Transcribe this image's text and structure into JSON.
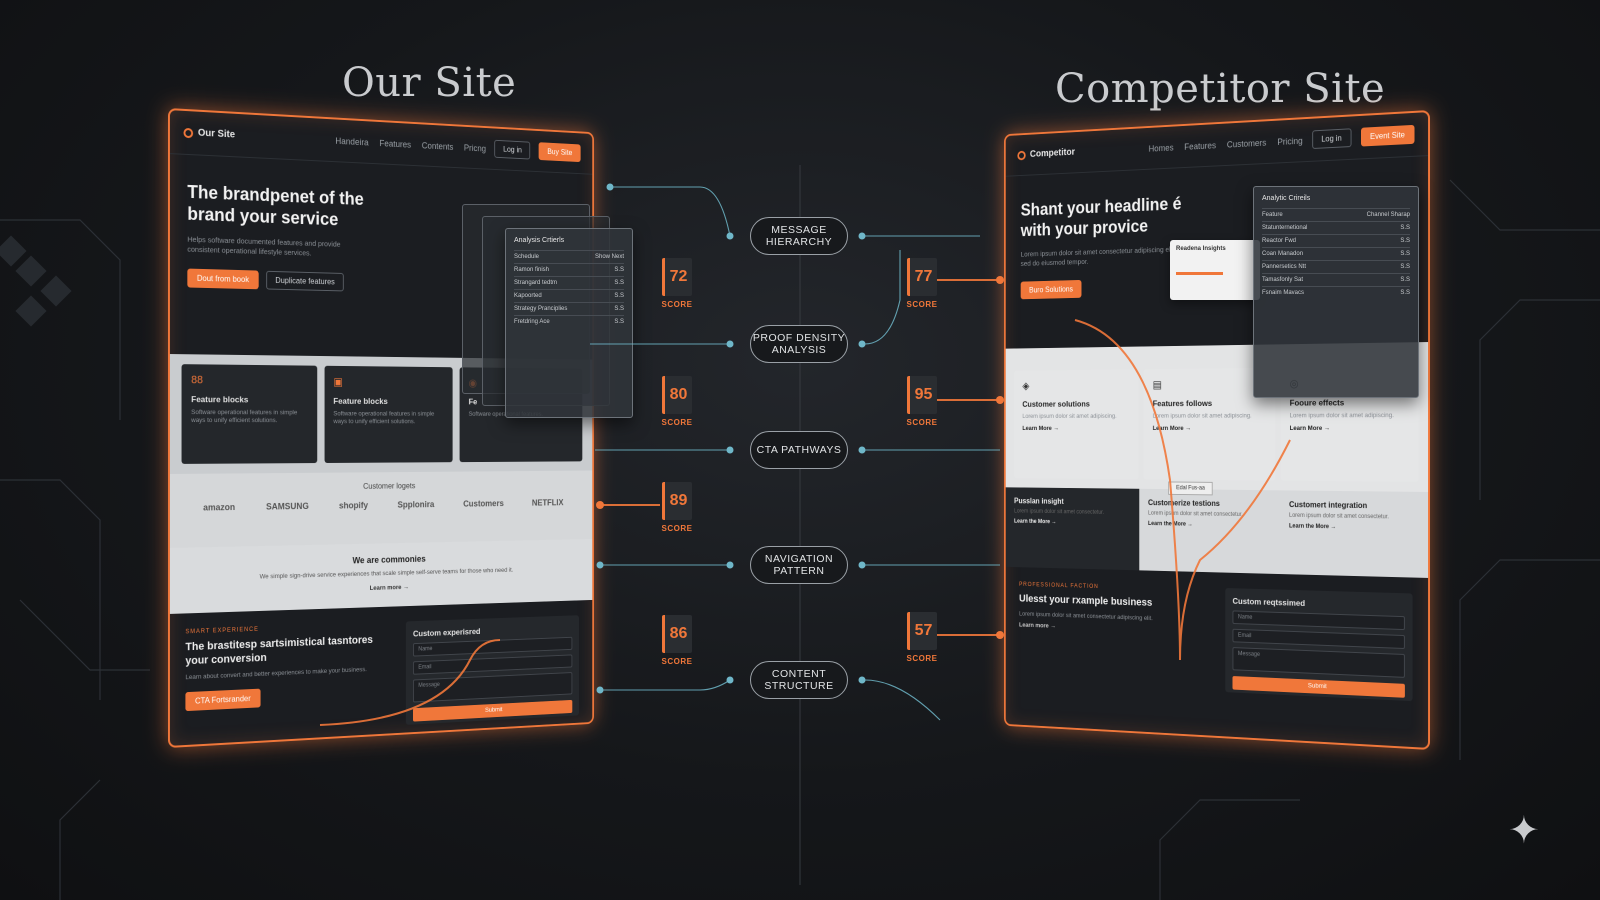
{
  "titles": {
    "left": "Our Site",
    "right": "Competitor Site"
  },
  "left_site": {
    "logo": "Our Site",
    "nav": [
      "Handeira",
      "Features",
      "Contents",
      "Pricng"
    ],
    "login": "Log in",
    "signup": "Buy Site",
    "hero_headline": "The brandpenet of the brand your service",
    "hero_sub": "Helps software documented features and provide consistent operational lifestyle services.",
    "cta_primary": "Dout from book",
    "cta_secondary": "Duplicate features",
    "features": [
      {
        "icon": "88",
        "title": "Feature blocks",
        "desc": "Software operational features in simple ways to unify efficient solutions."
      },
      {
        "icon": "▣",
        "title": "Feature blocks",
        "desc": "Software operational features in simple ways to unify efficient solutions."
      },
      {
        "icon": "◉",
        "title": "Fe",
        "desc": "Software operational features."
      }
    ],
    "logos_title": "Customer logets",
    "logos": [
      "amazon",
      "SAMSUNG",
      "shopify",
      "Spplonira",
      "Customers",
      "NETFLIX"
    ],
    "about_title": "We are commonies",
    "about_desc": "We simple sign-drive service experiences that scale simple self-serve teams for those who need it.",
    "about_link": "Learn more →",
    "kicker": "SMART EXPERIENCE",
    "bottom_headline": "The brastitesp sartsimistical tasntores your conversion",
    "bottom_desc": "Learn about convert and better experiences to make your business.",
    "bottom_cta": "CTA Fortsrander",
    "form_title": "Custom experisred",
    "form_fields": [
      "Name",
      "Email",
      "Message"
    ],
    "form_submit": "Submit",
    "overlay": {
      "title": "Analysis Crtierls",
      "rows": [
        [
          "Schedule",
          "Show Next"
        ],
        [
          "Ramon finish",
          "S.S"
        ],
        [
          "Strangard tedtm",
          "S.S"
        ],
        [
          "Kapoorted",
          "S.S"
        ],
        [
          "Strategy Pranciplies",
          "S.S"
        ],
        [
          "Fretdring Ace",
          "S.S"
        ]
      ]
    }
  },
  "right_site": {
    "logo": "Competitor",
    "nav": [
      "Homes",
      "Features",
      "Customers",
      "Pricing"
    ],
    "login": "Log in",
    "signup": "Event Site",
    "hero_headline": "Shant your headline é with your provice",
    "hero_sub": "Lorem ipsum dolor sit amet consectetur adipiscing elit sed do eiusmod tempor.",
    "cta_primary": "Buro Solutions",
    "dash_title": "Readena Insights",
    "features": [
      {
        "icon": "◈",
        "title": "Customer solutions",
        "desc": "Lorem ipsum dolor sit amet adipiscing.",
        "link": "Learn More →"
      },
      {
        "icon": "▤",
        "title": "Features follows",
        "desc": "Lorem ipsum dolor sit amet adipiscing.",
        "link": "Learn More →"
      },
      {
        "icon": "◎",
        "title": "Fooure effects",
        "desc": "Lorem ipsum dolor sit amet adipiscing.",
        "link": "Learn More →"
      }
    ],
    "mid_button": "Edal Fus-aa",
    "insights": [
      {
        "title": "Pusslan insight",
        "desc": "Lorem ipsum dolor sit amet consectetur.",
        "link": "Learn the More →"
      },
      {
        "title": "Customerize testions",
        "desc": "Lorem ipsum dolor sit amet consectetur.",
        "link": "Learn the More →"
      },
      {
        "title": "Customert integration",
        "desc": "Lorem ipsum dolor sit amet consectetur.",
        "link": "Learn the More →"
      }
    ],
    "kicker": "PROFESSIONAL FACTION",
    "bottom_headline": "Ulesst your rxample business",
    "bottom_desc": "Lorem ipsum dolor sit amet consectetur adipiscing elit.",
    "bottom_link": "Learn more →",
    "form_title": "Custom reqtssimed",
    "form_fields": [
      "Name",
      "Email",
      "Message"
    ],
    "form_submit": "Submit",
    "overlay": {
      "title": "Analytic Crireils",
      "rows": [
        [
          "Feature",
          "Channel Sharap"
        ],
        [
          "Statunternetional",
          "S.S"
        ],
        [
          "Reactor Fwd",
          "S.S"
        ],
        [
          "Coan Manadon",
          "S.S"
        ],
        [
          "Pannersetics Ntt",
          "S.S"
        ],
        [
          "Tamasfonly Sat",
          "S.S"
        ],
        [
          "Fsnaim Mavacs",
          "S.S"
        ]
      ]
    }
  },
  "metrics": [
    "MESSAGE HIERARCHY",
    "PROOF DENSITY ANALYSIS",
    "CTA PATHWAYS",
    "NAVIGATION PATTERN",
    "CONTENT STRUCTURE"
  ],
  "scores": {
    "label": "SCORE",
    "ours": [
      72,
      80,
      89,
      86
    ],
    "competitor": [
      77,
      95,
      57
    ]
  },
  "colors": {
    "accent": "#f0773a",
    "line": "#6fb7c9",
    "bg": "#15171a"
  }
}
